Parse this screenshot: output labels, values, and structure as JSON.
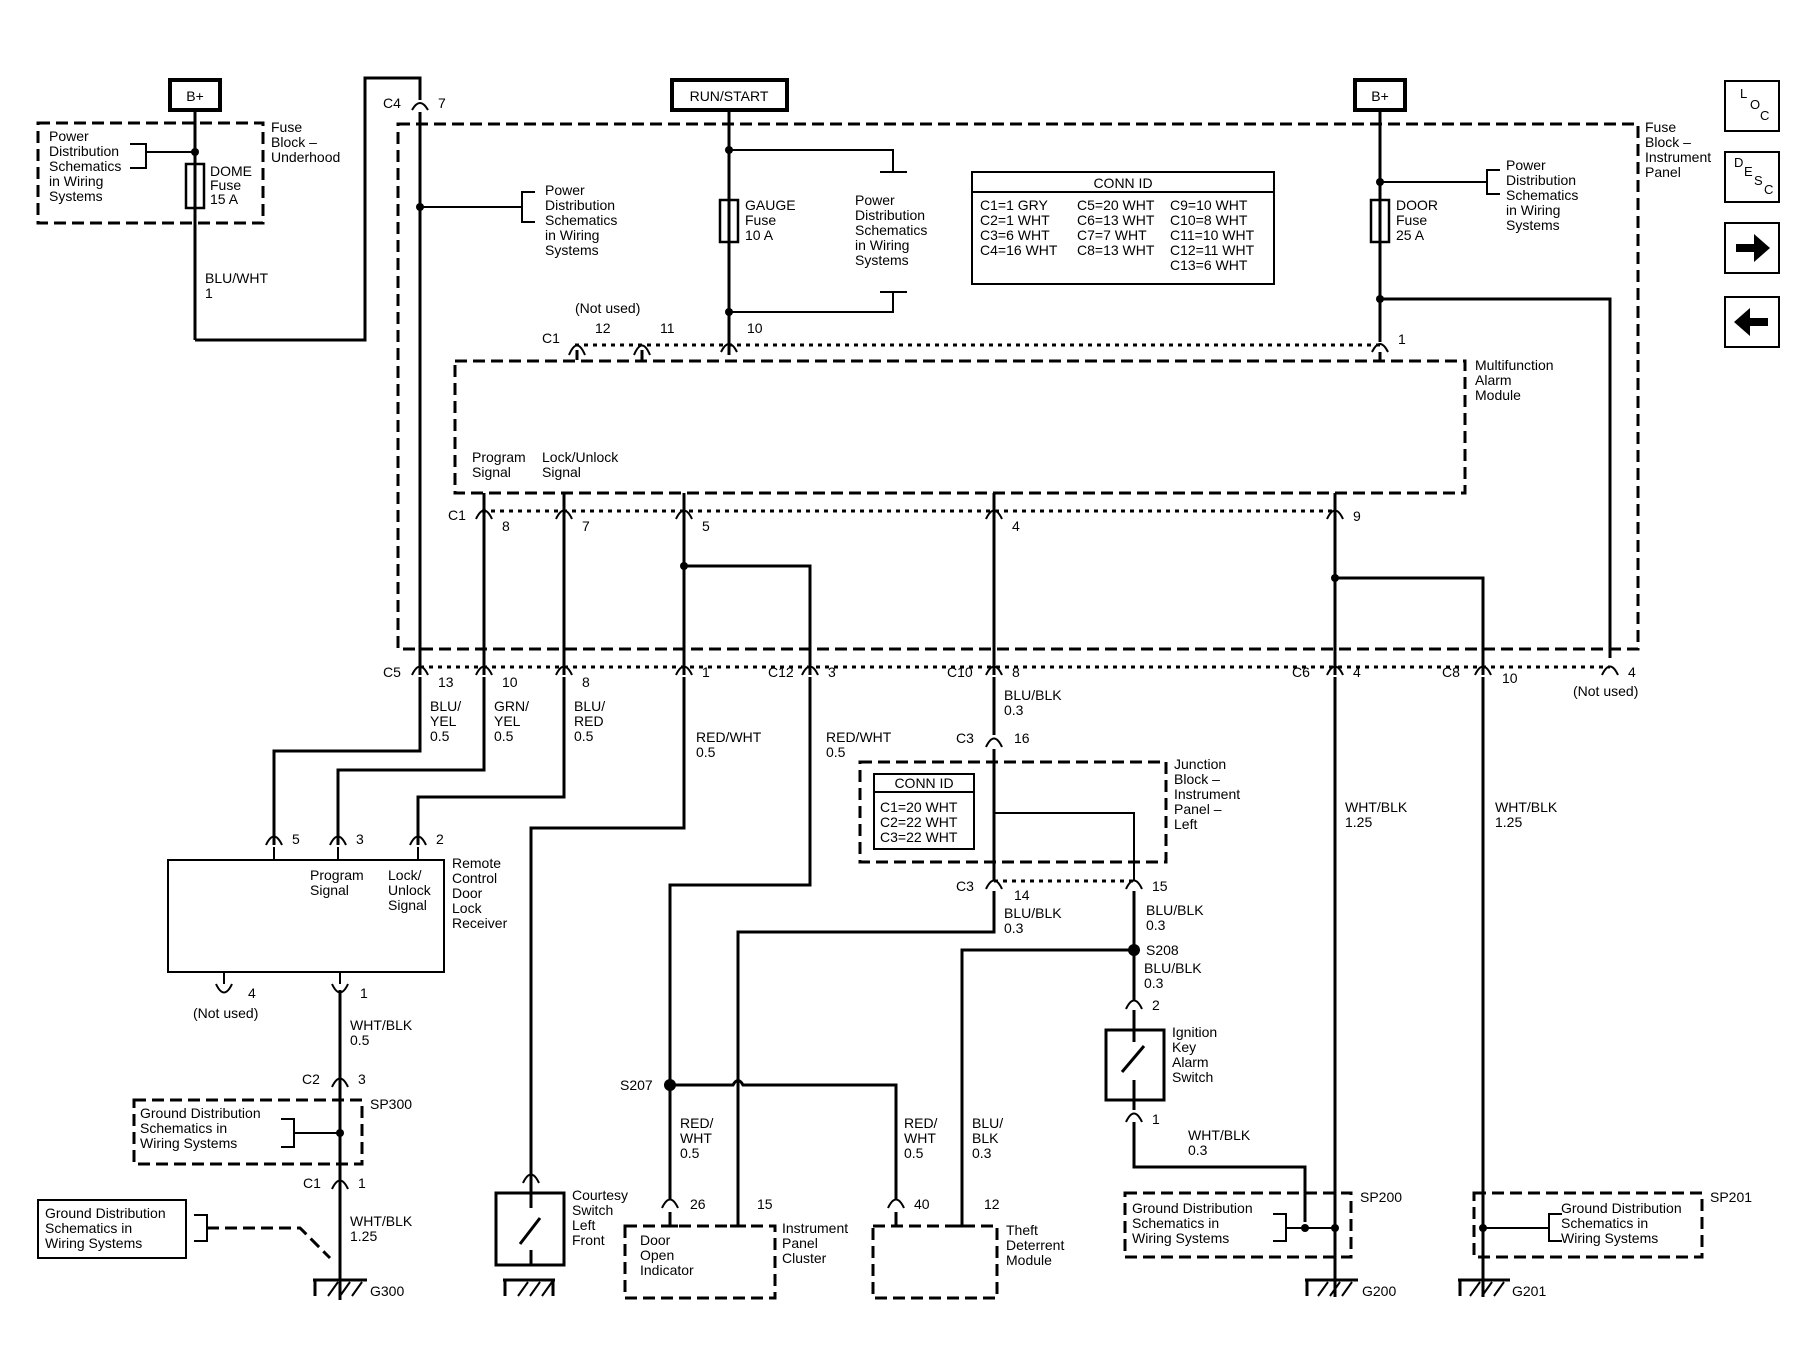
{
  "labels": {
    "bplus": "B+",
    "run_start": "RUN/START",
    "fuse_block_underhood": [
      "Fuse",
      "Block –",
      "Underhood"
    ],
    "fuse_block_ip": [
      "Fuse",
      "Block –",
      "Instrument",
      "Panel"
    ],
    "power_dist": [
      "Power",
      "Distribution",
      "Schematics",
      "in Wiring",
      "Systems"
    ],
    "dome_fuse": [
      "DOME",
      "Fuse",
      "15 A"
    ],
    "gauge_fuse": [
      "GAUGE",
      "Fuse",
      "10 A"
    ],
    "door_fuse": [
      "DOOR",
      "Fuse",
      "25 A"
    ],
    "not_used": "(Not used)",
    "mam": [
      "Multifunction",
      "Alarm",
      "Module"
    ],
    "program_signal": [
      "Program",
      "Signal"
    ],
    "lock_unlock_signal": [
      "Lock/Unlock",
      "Signal"
    ],
    "rcdlr": [
      "Remote",
      "Control",
      "Door",
      "Lock",
      "Receiver"
    ],
    "rcdlr_lock_unlock": [
      "Lock/",
      "Unlock",
      "Signal"
    ],
    "junction_block": [
      "Junction",
      "Block –",
      "Instrument",
      "Panel –",
      "Left"
    ],
    "ground_dist": [
      "Ground Distribution",
      "Schematics in",
      "Wiring Systems"
    ],
    "courtesy_switch": [
      "Courtesy",
      "Switch",
      "Left",
      "Front"
    ],
    "door_open_indicator": [
      "Door",
      "Open",
      "Indicator"
    ],
    "instrument_panel_cluster": [
      "Instrument",
      "Panel",
      "Cluster"
    ],
    "theft_deterrent": [
      "Theft",
      "Deterrent",
      "Module"
    ],
    "ignition_key_alarm": [
      "Ignition",
      "Key",
      "Alarm",
      "Switch"
    ]
  },
  "conn_id_main": {
    "title": "CONN ID",
    "rows": [
      [
        "C1=1 GRY",
        "C5=20 WHT",
        "C9=10 WHT"
      ],
      [
        "C2=1 WHT",
        "C6=13 WHT",
        "C10=8 WHT"
      ],
      [
        "C3=6 WHT",
        "C7=7 WHT",
        "C11=10 WHT"
      ],
      [
        "C4=16 WHT",
        "C8=13 WHT",
        "C12=11 WHT"
      ],
      [
        "",
        "",
        "C13=6 WHT"
      ]
    ]
  },
  "conn_id_jb": {
    "title": "CONN ID",
    "rows": [
      "C1=20 WHT",
      "C2=22 WHT",
      "C3=22 WHT"
    ]
  },
  "wires": {
    "blu_wht": [
      "BLU/WHT",
      "1"
    ],
    "blu_yel": [
      "BLU/",
      "YEL",
      "0.5"
    ],
    "grn_yel": [
      "GRN/",
      "YEL",
      "0.5"
    ],
    "blu_red": [
      "BLU/",
      "RED",
      "0.5"
    ],
    "red_wht_1": [
      "RED/WHT",
      "0.5"
    ],
    "red_wht_2": [
      "RED/WHT",
      "0.5"
    ],
    "blu_blk_a": [
      "BLU/BLK",
      "0.3"
    ],
    "blu_blk_b": [
      "BLU/BLK",
      "0.3"
    ],
    "blu_blk_c": [
      "BLU/BLK",
      "0.3"
    ],
    "blu_blk_d": [
      "BLU/BLK",
      "0.3"
    ],
    "blu_blk_tdm": [
      "BLU/",
      "BLK",
      "0.3"
    ],
    "wht_blk_c6": [
      "WHT/BLK",
      "1.25"
    ],
    "wht_blk_c8": [
      "WHT/BLK",
      "1.25"
    ],
    "wht_blk_rcv": [
      "WHT/BLK",
      "0.5"
    ],
    "wht_blk_g300": [
      "WHT/BLK",
      "1.25"
    ],
    "wht_blk_ign": [
      "WHT/BLK",
      "0.3"
    ],
    "red_wht_door": [
      "RED/",
      "WHT",
      "0.5"
    ],
    "red_wht_tdm": [
      "RED/",
      "WHT",
      "0.5"
    ]
  },
  "connectors": {
    "c4": "C4",
    "c4_pin": "7",
    "c1": "C1",
    "c1_pin12": "12",
    "c1_pin11": "11",
    "c1_pin10": "10",
    "c1_pin1": "1",
    "c1_pin8": "8",
    "c1_pin7": "7",
    "c1_pin5": "5",
    "c1_pin4": "4",
    "c1_pin9": "9",
    "c5": "C5",
    "c5_pin13": "13",
    "c5_pin10": "10",
    "c5_pin8": "8",
    "c5_pin1": "1",
    "c12": "C12",
    "c12_pin3": "3",
    "c10": "C10",
    "c10_pin8": "8",
    "c6": "C6",
    "c6_pin4": "4",
    "c8": "C8",
    "c8_pin10": "10",
    "c8_pin4": "4",
    "c3": "C3",
    "c3_pin16": "16",
    "c3_pin14": "14",
    "c3_pin15": "15",
    "rcv_pin5": "5",
    "rcv_pin3": "3",
    "rcv_pin2": "2",
    "rcv_pin4": "4",
    "rcv_pin1": "1",
    "c2": "C2",
    "c2_pin3": "3",
    "c1b": "C1",
    "c1b_pin1": "1",
    "ign_pin2": "2",
    "ign_pin1": "1",
    "door_pin26": "26",
    "ipc_pin15": "15",
    "tdm_pin40": "40",
    "tdm_pin12": "12"
  },
  "splices": {
    "s207": "S207",
    "s208": "S208",
    "sp300": "SP300",
    "sp200": "SP200",
    "sp201": "SP201"
  },
  "grounds": {
    "g300": "G300",
    "g200": "G200",
    "g201": "G201"
  },
  "nav": {
    "loc": [
      "L",
      "O",
      "C"
    ],
    "desc": [
      "D",
      "E",
      "S",
      "C"
    ],
    "next_icon": "arrow-right-icon",
    "prev_icon": "arrow-left-icon"
  }
}
